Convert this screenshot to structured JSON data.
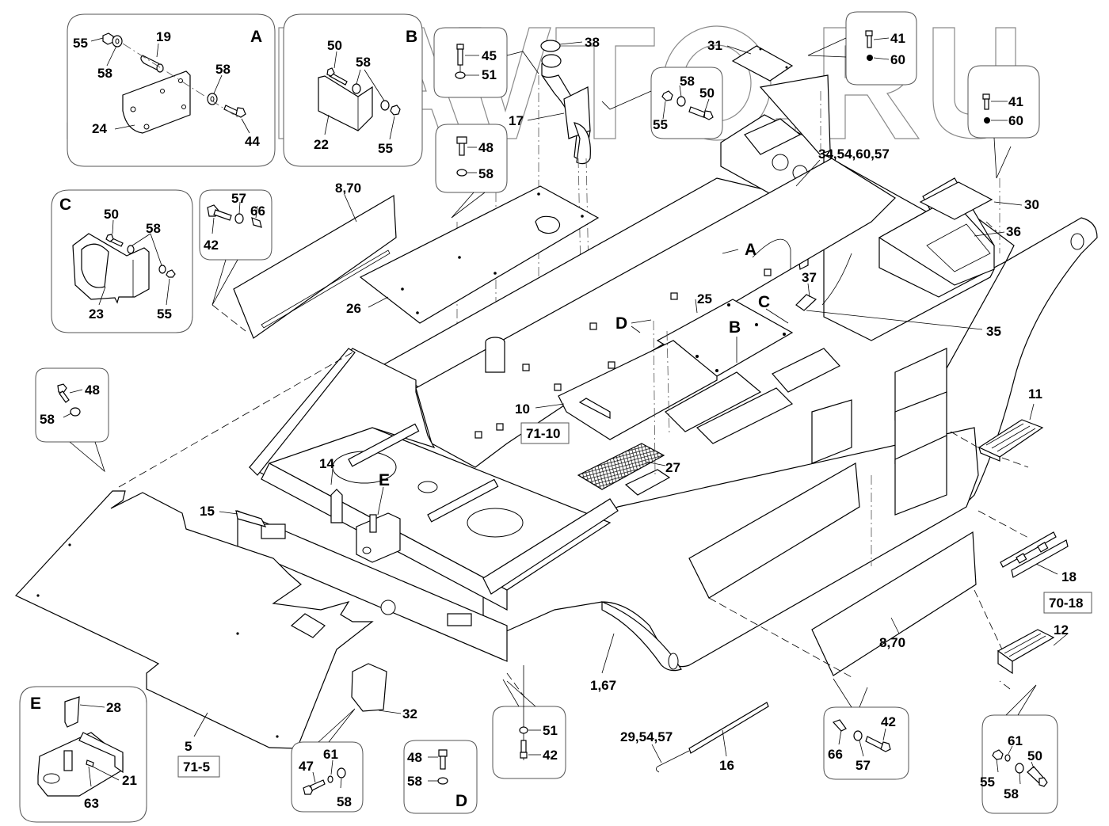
{
  "diagram": {
    "title": "Frame assembly exploded parts diagram",
    "watermark": "ZURAVTO.RU",
    "colors": {
      "line": "#000000",
      "watermark": "#8a8a8a",
      "callout_border": "#555555",
      "background": "#ffffff"
    }
  },
  "detail_views": {
    "A": {
      "letter": "A",
      "labels": [
        "55",
        "58",
        "19",
        "58",
        "24",
        "44"
      ]
    },
    "B": {
      "letter": "B",
      "labels": [
        "50",
        "58",
        "22",
        "55"
      ]
    },
    "C": {
      "letter": "C",
      "labels": [
        "50",
        "58",
        "23",
        "55"
      ]
    },
    "D": {
      "letter": "D",
      "labels": [
        "48",
        "58"
      ]
    },
    "E": {
      "letter": "E",
      "labels": [
        "28",
        "21",
        "63"
      ]
    }
  },
  "callouts": {
    "bolt_45_51": [
      "45",
      "51"
    ],
    "bolt_48_58_top": [
      "48",
      "58"
    ],
    "bolt_55_58_50": [
      "58",
      "50",
      "55"
    ],
    "bolt_41_60_top": [
      "41",
      "60"
    ],
    "bolt_41_60_right": [
      "41",
      "60"
    ],
    "bolt_42_57_66_left": [
      "57",
      "66",
      "42"
    ],
    "bolt_48_58_left": [
      "48",
      "58"
    ],
    "bolt_47_61_58": [
      "61",
      "47",
      "58"
    ],
    "bolt_51_42": [
      "51",
      "42"
    ],
    "bolt_66_57_42": [
      "42",
      "66",
      "57"
    ],
    "bolt_61_50_55_58": [
      "61",
      "50",
      "55",
      "58"
    ]
  },
  "part_labels": {
    "p38": "38",
    "p17": "17",
    "p31": "31",
    "p30": "30",
    "p36": "36",
    "p35": "35",
    "p37": "37",
    "p34": "34,54,60,57",
    "p8_70_top": "8,70",
    "p26": "26",
    "p25": "25",
    "p10": "10",
    "p27": "27",
    "p14": "14",
    "p15": "15",
    "p11": "11",
    "p18": "18",
    "p12": "12",
    "p8_70_bottom": "8,70",
    "p1_67": "1,67",
    "p5": "5",
    "p32": "32",
    "p16": "16",
    "p29": "29,54,57"
  },
  "location_markers": {
    "A": "A",
    "B": "B",
    "C": "C",
    "D": "D",
    "E": "E"
  },
  "reference_boxes": {
    "r71_10": "71-10",
    "r70_18": "70-18",
    "r71_5": "71-5"
  }
}
